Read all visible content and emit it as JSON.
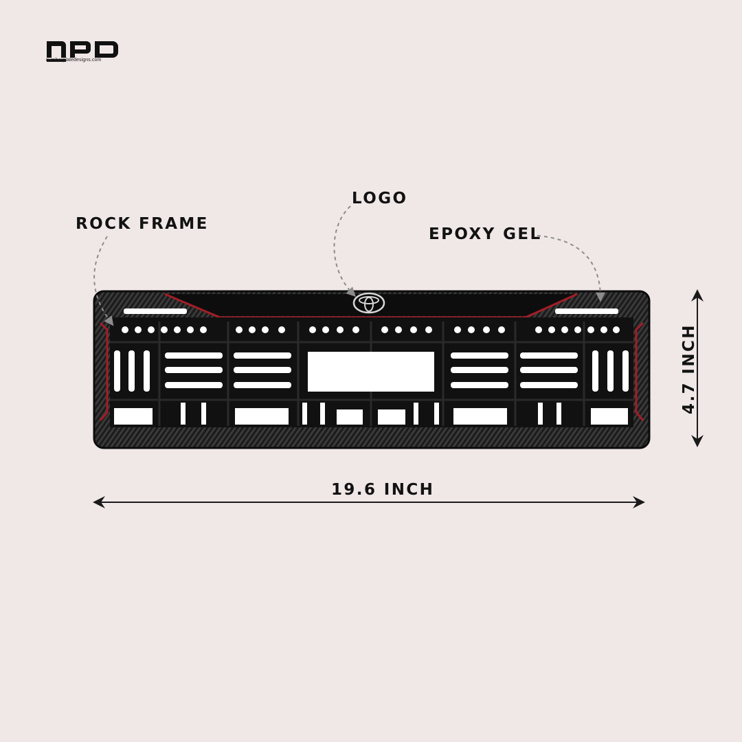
{
  "brand": {
    "logo_text": "NPD",
    "url": "numberplatedesigns.com",
    "logo_icon": "npd-wordmark"
  },
  "labels": {
    "rock_frame": "ROCK FRAME",
    "logo": "LOGO",
    "epoxy_gel": "EPOXY GEL",
    "width": "19.6 INCH",
    "height": "4.7 INCH"
  },
  "colors": {
    "background": "#f0e8e7",
    "frame": "#151515",
    "accent_red": "#a31d26",
    "text": "#121212",
    "arrow": "#8c8c8c"
  },
  "icons": {
    "emblem": "car-brand-emblem-icon",
    "width_arrow": "double-arrow-horizontal-icon",
    "height_arrow": "double-arrow-vertical-icon"
  }
}
